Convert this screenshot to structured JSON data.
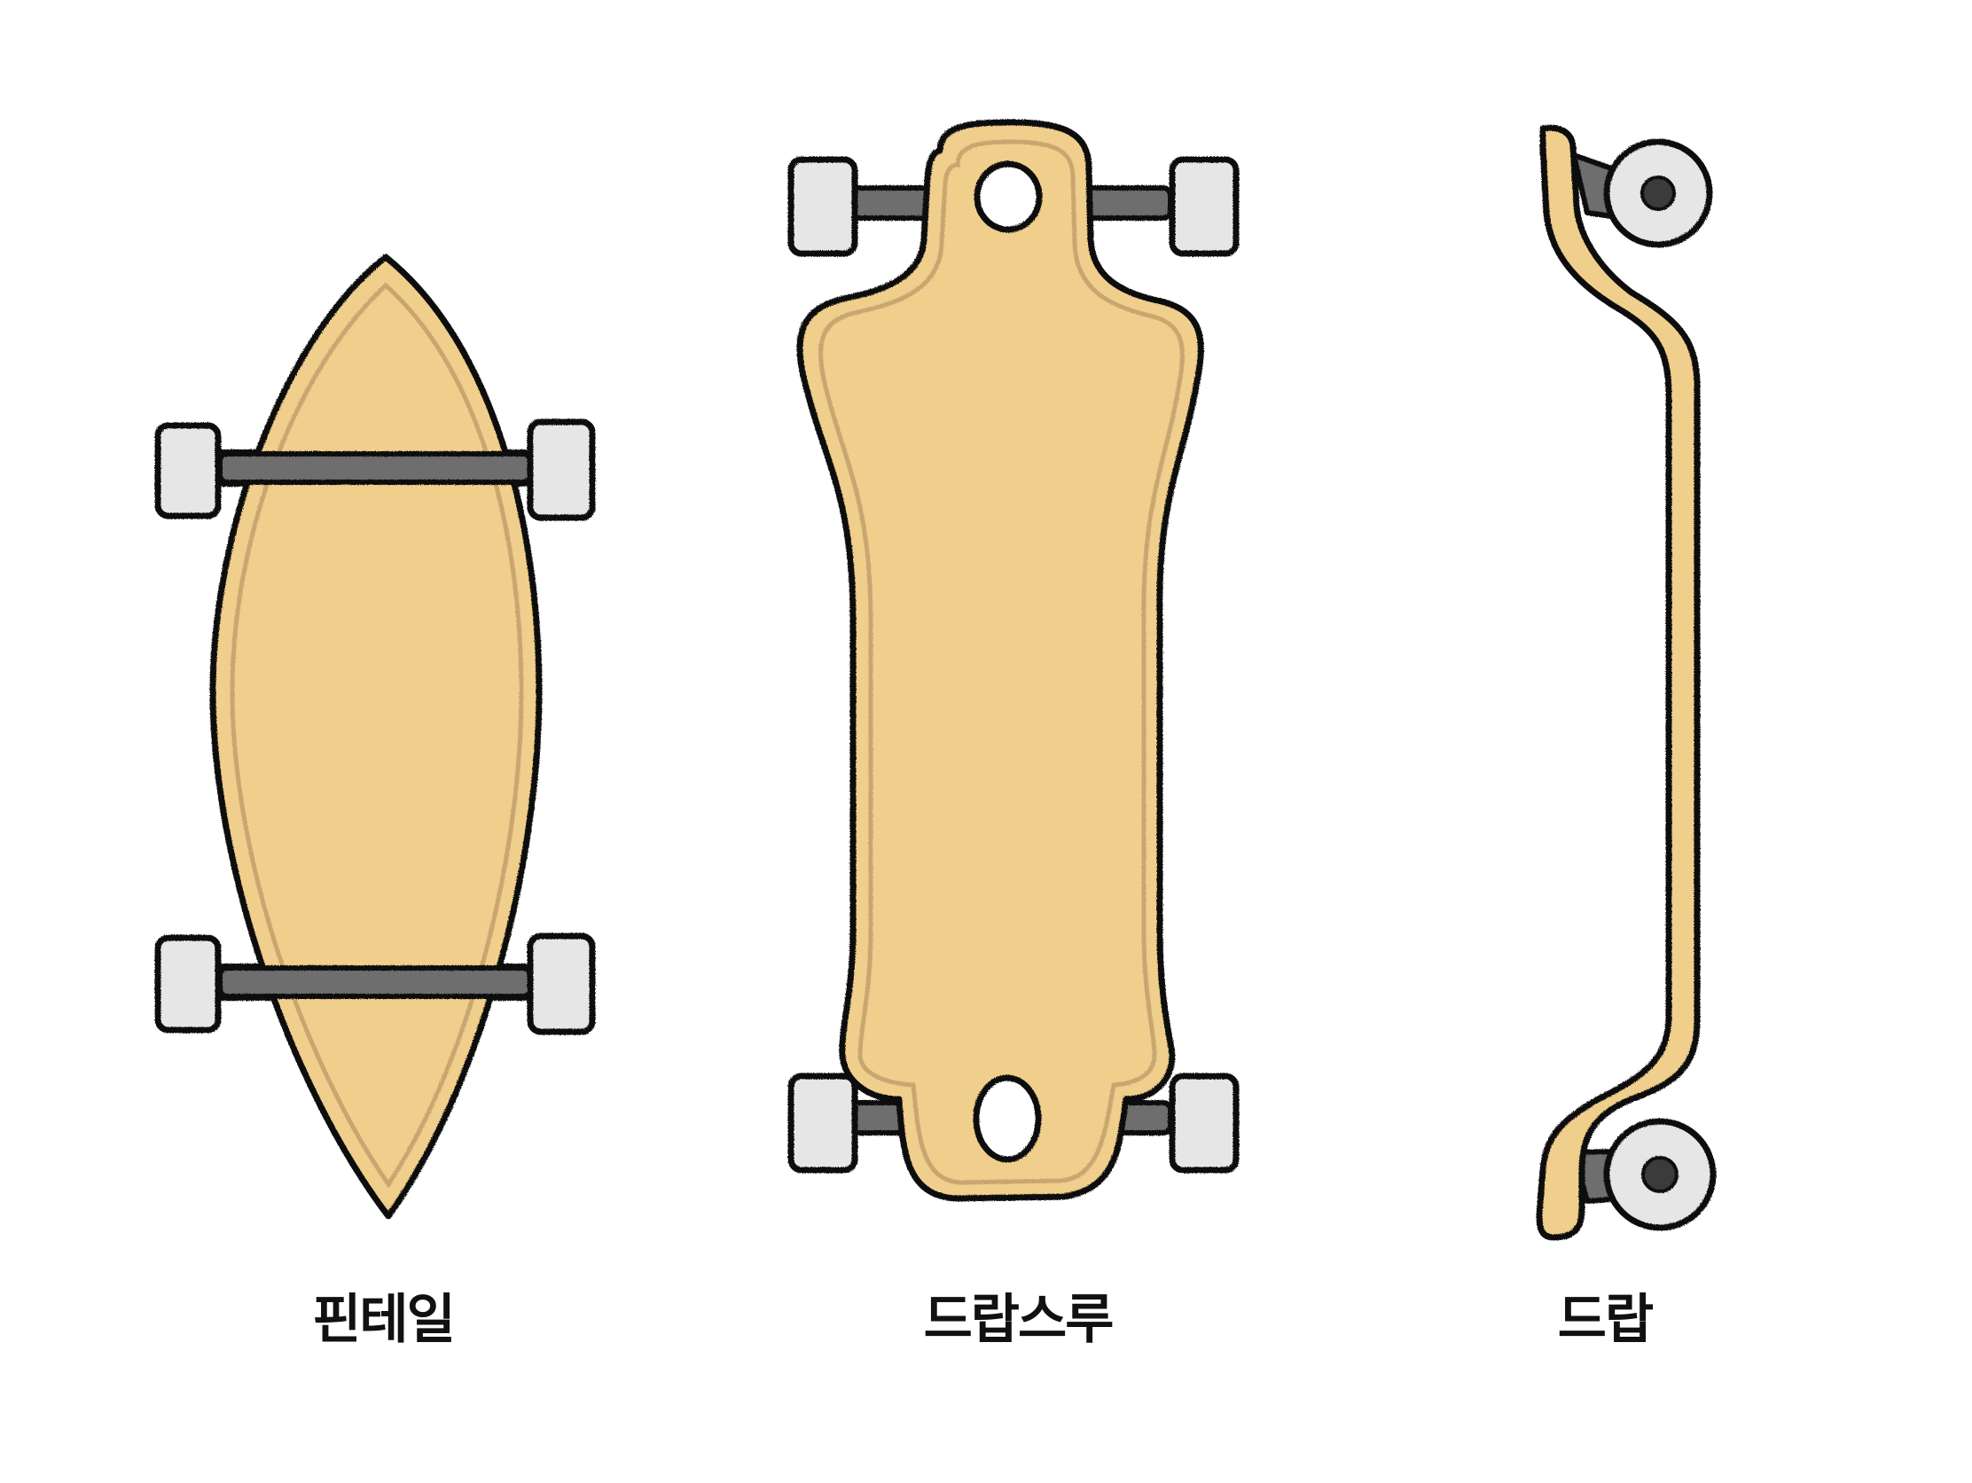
{
  "colors": {
    "background": "#ffffff",
    "deck_fill": "#f0ce8c",
    "deck_inner_line": "#c9a670",
    "outline": "#111111",
    "wheel": "#e6e6e6",
    "truck": "#6e6e6e",
    "hub": "#3a3a3a"
  },
  "boards": [
    {
      "id": "pintail",
      "label": "핀테일",
      "icon": "pintail-longboard-top-view"
    },
    {
      "id": "drop-through",
      "label": "드랍스루",
      "icon": "drop-through-longboard-top-view"
    },
    {
      "id": "drop",
      "label": "드랍",
      "icon": "drop-deck-side-view"
    }
  ]
}
